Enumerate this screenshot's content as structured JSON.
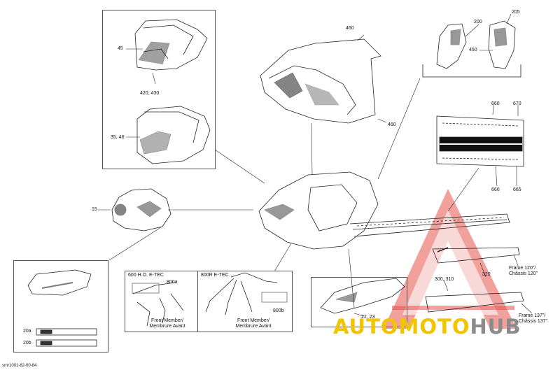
{
  "diagram": {
    "doc_code": "smr1001-82-00-84",
    "parts": {
      "p45": "45",
      "p420_430": "420, 430",
      "p35_46": "35, 46",
      "p460_top": "460",
      "p460_right": "460",
      "p200": "200",
      "p205": "205",
      "p450": "450",
      "p660_top": "660",
      "p670": "670",
      "p660_bottom": "660",
      "p665": "665",
      "p15": "15",
      "p300_310": "300, 310",
      "p320": "320",
      "p22_23": "22, 23",
      "p20a": "20a",
      "p20b": "20b",
      "p800a": "800a",
      "p800b": "800b"
    },
    "captions": {
      "engine_600": "600 H.O. E-TEC",
      "engine_800r": "800R E-TEC",
      "front_member_a": "Front Member/",
      "front_member_a2": "Membrure Avant",
      "front_member_b": "Front Member/",
      "front_member_b2": "Membrure Avant",
      "frame120_1": "Frame 120\"/",
      "frame120_2": "Châssis 120\"",
      "frame137_1": "Frame 137\"/",
      "frame137_2": "Châssis 137\""
    }
  },
  "watermark": {
    "text_auto": "AUTO",
    "text_moto": "MOTO",
    "text_hub": "HUB",
    "color_red": "#e0332b",
    "color_yellow": "#f2c400",
    "color_gray": "#8b8b8b"
  }
}
